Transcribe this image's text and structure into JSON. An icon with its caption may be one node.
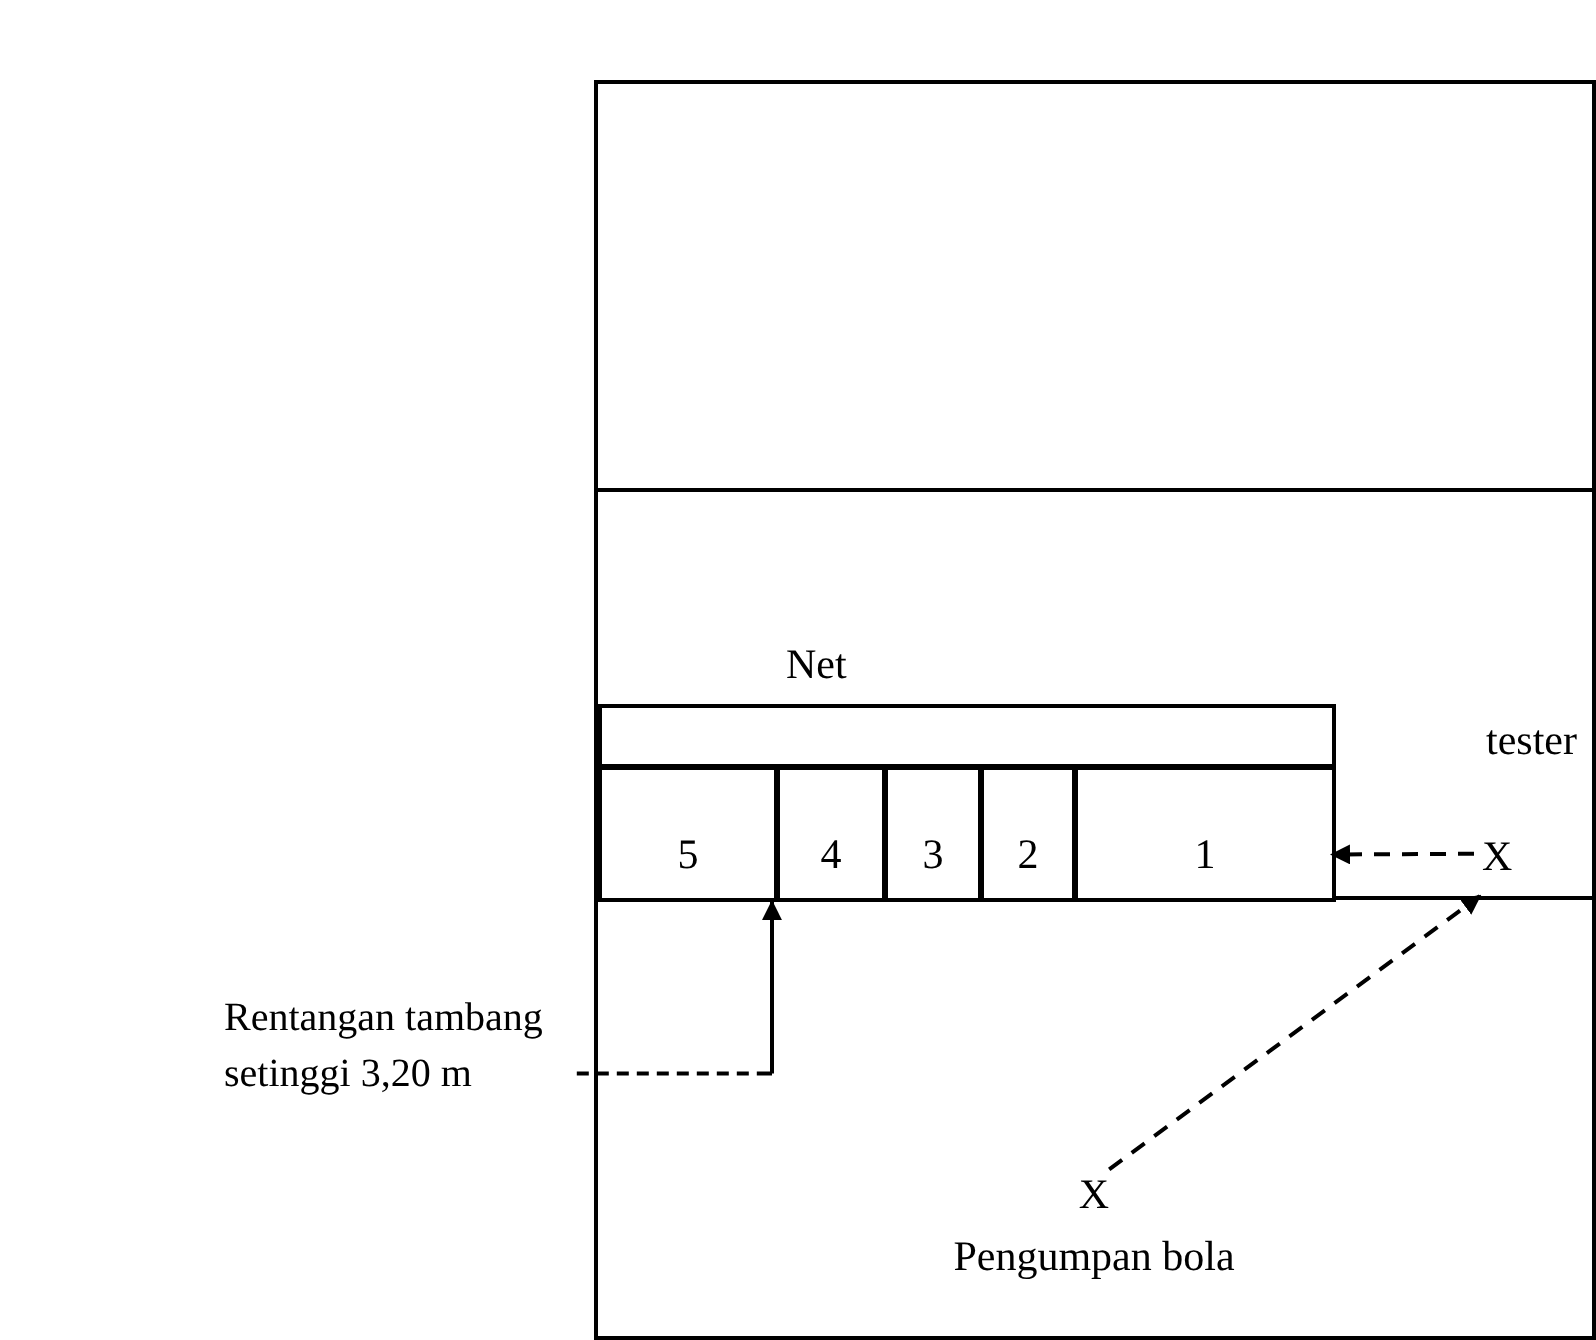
{
  "diagram": {
    "nodes": [
      {
        "text": [],
        "shape": "box"
      },
      {
        "text": [
          "Net"
        ],
        "in": 0
      },
      {
        "text": [
          "5"
        ],
        "in": 0
      },
      {
        "text": [
          "4"
        ],
        "in": 0
      },
      {
        "text": [
          "3"
        ],
        "in": 0
      },
      {
        "text": [
          "2"
        ],
        "in": 0
      },
      {
        "text": [
          "1"
        ],
        "in": 0
      },
      {
        "text": [
          "X"
        ],
        "beside": [
          "tester"
        ],
        "in": 0
      },
      {
        "text": [
          "X"
        ],
        "beside": [
          "Pengumpan bola"
        ],
        "in": 0
      },
      {
        "text": [
          "Rentangan tambang setinggi 3,20 m"
        ]
      }
    ],
    "edges": [
      {
        "from": 7,
        "to": 6,
        "arrow": "to",
        "style": "dashed"
      },
      {
        "from": 8,
        "to": 7,
        "arrow": "to",
        "style": "dashed"
      },
      {
        "from": 9,
        "to": 3,
        "arrow": "to",
        "style": "dashed"
      }
    ]
  }
}
